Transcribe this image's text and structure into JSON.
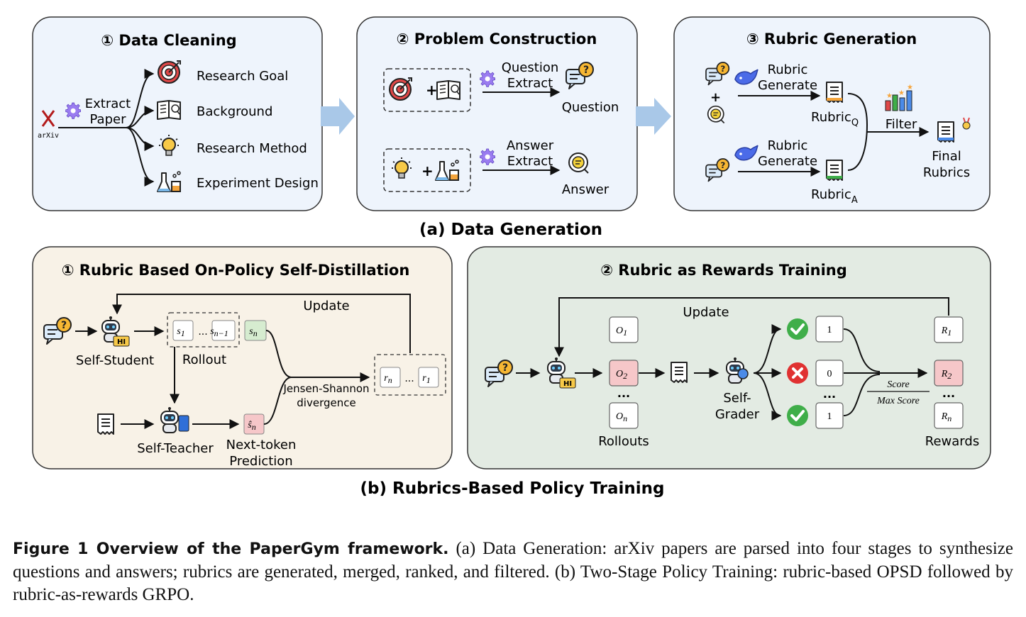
{
  "section_a": {
    "title": "(a) Data Generation",
    "panel1": {
      "title": "① Data Cleaning",
      "source": "arXiv",
      "extract": [
        "Extract",
        "Paper"
      ],
      "outputs": [
        "Research Goal",
        "Background",
        "Research Method",
        "Experiment Design"
      ]
    },
    "panel2": {
      "title": "② Problem Construction",
      "question_extract": [
        "Question",
        "Extract"
      ],
      "question": "Question",
      "answer_extract": [
        "Answer",
        "Extract"
      ],
      "answer": "Answer"
    },
    "panel3": {
      "title": "③ Rubric Generation",
      "generate1": [
        "Rubric",
        "Generate"
      ],
      "generate2": [
        "Rubric",
        "Generate"
      ],
      "rubric_q": "Rubric",
      "rubric_q_sub": "Q",
      "rubric_a": "Rubric",
      "rubric_a_sub": "A",
      "filter": "Filter",
      "final": [
        "Final",
        "Rubrics"
      ]
    }
  },
  "section_b": {
    "title": "(b) Rubrics-Based Policy Training",
    "panel1": {
      "title": "① Rubric Based On-Policy Self-Distillation",
      "update": "Update",
      "self_student": "Self-Student",
      "rollout": "Rollout",
      "self_teacher": "Self-Teacher",
      "next_token": [
        "Next-token",
        "Prediction"
      ],
      "divergence": [
        "Jensen-Shannon",
        "divergence"
      ],
      "badge": "HI",
      "tokens": {
        "s1": "s",
        "s1_sub": "1",
        "dots": "...",
        "sn1": "s",
        "sn1_sub": "n−1",
        "sn": "s",
        "sn_sub": "n",
        "shat": "ŝ",
        "shat_sub": "n",
        "rn": "r",
        "rn_sub": "n",
        "r1": "r",
        "r1_sub": "1"
      }
    },
    "panel2": {
      "title": "② Rubric as Rewards Training",
      "update": "Update",
      "rollouts": "Rollouts",
      "self_grader": [
        "Self-",
        "Grader"
      ],
      "rewards": "Rewards",
      "badge": "HI",
      "outputs": [
        {
          "label": "O",
          "sub": "1"
        },
        {
          "label": "O",
          "sub": "2"
        },
        {
          "label": "O",
          "sub": "n"
        }
      ],
      "scores": [
        "1",
        "0",
        "1"
      ],
      "reward_boxes": [
        {
          "label": "R",
          "sub": "1"
        },
        {
          "label": "R",
          "sub": "2"
        },
        {
          "label": "R",
          "sub": "n"
        }
      ],
      "fraction_num": "Score",
      "fraction_den": "Max Score",
      "dots": "..."
    }
  },
  "caption": {
    "label": "Figure 1  Overview of the PaperGym framework.",
    "text": " (a) Data Generation: arXiv papers are parsed into four stages to synthesize questions and answers; rubrics are generated, merged, ranked, and filtered. (b) Two-Stage Policy Training: rubric-based OPSD followed by rubric-as-rewards GRPO."
  },
  "colors": {
    "panel_blue": "#eef4fc",
    "panel_cream": "#f8f2e7",
    "panel_green": "#e3ebe3",
    "arrow_blue": "#a9c8e8",
    "check_green": "#3fae49",
    "cross_red": "#e03131",
    "highlight_red": "#f6c7c9",
    "highlight_green": "#d6ecd0"
  }
}
